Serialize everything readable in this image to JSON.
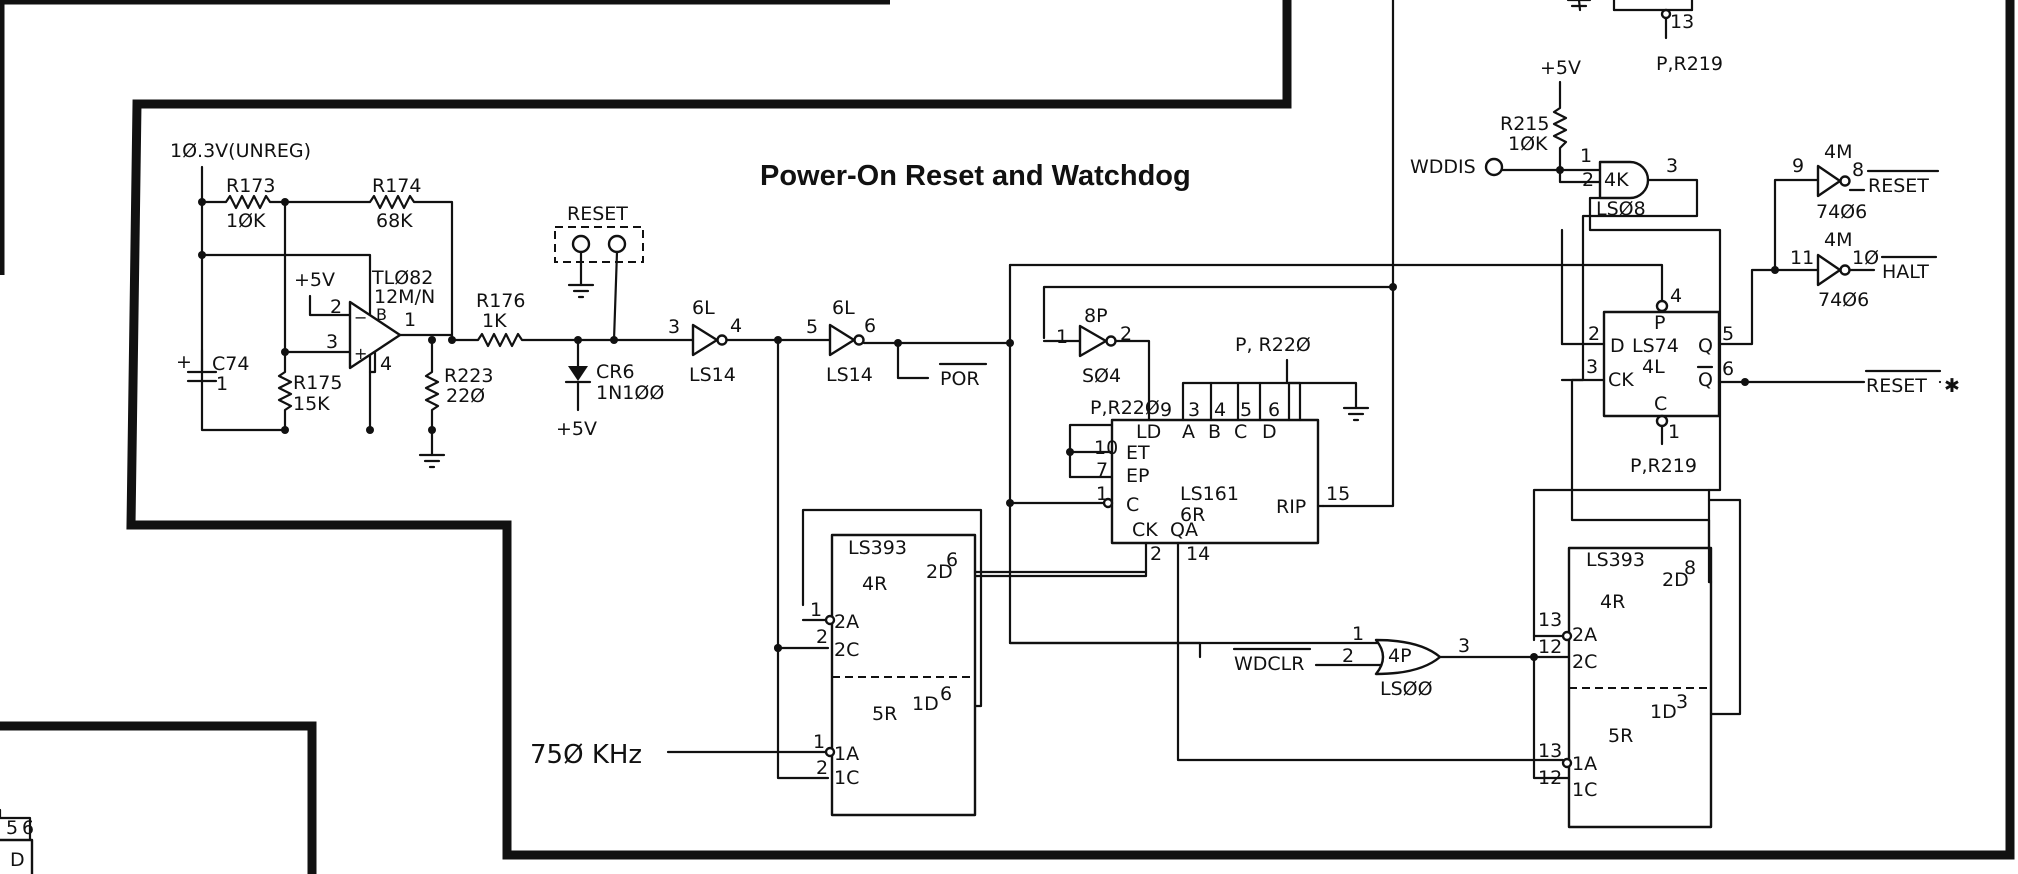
{
  "title": "Power-On Reset and Watchdog",
  "parts": {
    "r173": {
      "ref": "R173",
      "val": "1Ø.3V(UNREG)",
      "v2": "1ØK"
    },
    "r174": {
      "ref": "R174",
      "val": "68K"
    },
    "r175": {
      "ref": "R175",
      "val": "15K"
    },
    "r176": {
      "ref": "R176",
      "val": "1K"
    },
    "r223": {
      "ref": "R223",
      "val": "22Ø"
    },
    "r215": {
      "ref": "R215",
      "val": "1ØK"
    },
    "c74": {
      "ref": "C74",
      "val": "1",
      "plus": "+"
    },
    "opamp": {
      "ref": "TLØ82",
      "val": "12M/N",
      "unit": "B",
      "p2": "2",
      "p3": "3",
      "p1": "1",
      "p4": "4",
      "minus": "−",
      "plus": "+"
    },
    "cr6": {
      "ref": "CR6",
      "val": "1N1ØØ"
    },
    "reset_hdr": {
      "label": "RESET"
    },
    "inv1": {
      "loc": "6L",
      "type": "LS14",
      "pin_in": "3",
      "pin_out": "4"
    },
    "inv2": {
      "loc": "6L",
      "type": "LS14",
      "pin_in": "5",
      "pin_out": "6"
    },
    "inv3": {
      "loc": "8P",
      "type": "SØ4",
      "pin_in": "1",
      "pin_out": "2"
    },
    "and4k": {
      "loc": "4K",
      "type": "LSØ8",
      "p1": "1",
      "p2": "2",
      "p3": "3"
    },
    "or4p": {
      "loc": "4P",
      "type": "LSØØ",
      "p1": "1",
      "p2": "2",
      "p3": "3"
    },
    "inv_reset": {
      "loc": "4M",
      "type": "74Ø6",
      "pin_in": "9",
      "pin_out": "8",
      "signal": "RESET"
    },
    "inv_halt": {
      "loc": "4M",
      "type": "74Ø6",
      "pin_in": "11",
      "pin_out": "1Ø",
      "signal": "HALT"
    },
    "ls161": {
      "type": "LS161",
      "loc": "6R",
      "LD": "LD",
      "A": "A",
      "B": "B",
      "C": "C",
      "D": "D",
      "ET": "ET",
      "EP": "EP",
      "CLR": "C",
      "CK": "CK",
      "QA": "QA",
      "RIP": "RIP",
      "p9": "9",
      "p3": "3",
      "p4": "4",
      "p5": "5",
      "p6": "6",
      "p10": "10",
      "p7": "7",
      "p1": "1",
      "p2": "2",
      "p14": "14",
      "p15": "15",
      "pull": "P, R22Ø",
      "pull2": "P,R22Ø"
    },
    "ls393a": {
      "type": "LS393",
      "top": "4R",
      "bot": "5R",
      "p2A": "2A",
      "p2C": "2C",
      "p2D": "2D",
      "p1A": "1A",
      "p1C": "1C",
      "p1D": "1D",
      "n1": "1",
      "n2": "2",
      "n6": "6",
      "n6b": "6",
      "n1b": "1",
      "n2b": "2"
    },
    "ls393b": {
      "type": "LS393",
      "top": "4R",
      "bot": "5R",
      "p2A": "2A",
      "p2C": "2C",
      "p2D": "2D",
      "p1A": "1A",
      "p1C": "1C",
      "p1D": "1D",
      "n13": "13",
      "n12": "12",
      "n8": "8",
      "n3": "3",
      "n13b": "13",
      "n12b": "12"
    },
    "ls74": {
      "type": "LS74",
      "loc": "4L",
      "D": "D",
      "CK": "CK",
      "Q": "Q",
      "QN": "Q",
      "P": "P",
      "C": "C",
      "p2": "2",
      "p3": "3",
      "p4": "4",
      "p5": "5",
      "p6": "6",
      "p1": "1",
      "pullP": "P,R219",
      "pullTop": "P,R219",
      "n13": "13"
    }
  },
  "nets": {
    "vcc1": "+5V",
    "vcc2": "+5V",
    "vcc3": "+5V",
    "por": "POR",
    "wddis": "WDDIS",
    "wdclr": "WDCLR",
    "reset_star": "RESET",
    "clock": "75Ø KHz",
    "star": "✱"
  },
  "partial": {
    "p5": "5",
    "p6": "6",
    "D": "D"
  }
}
